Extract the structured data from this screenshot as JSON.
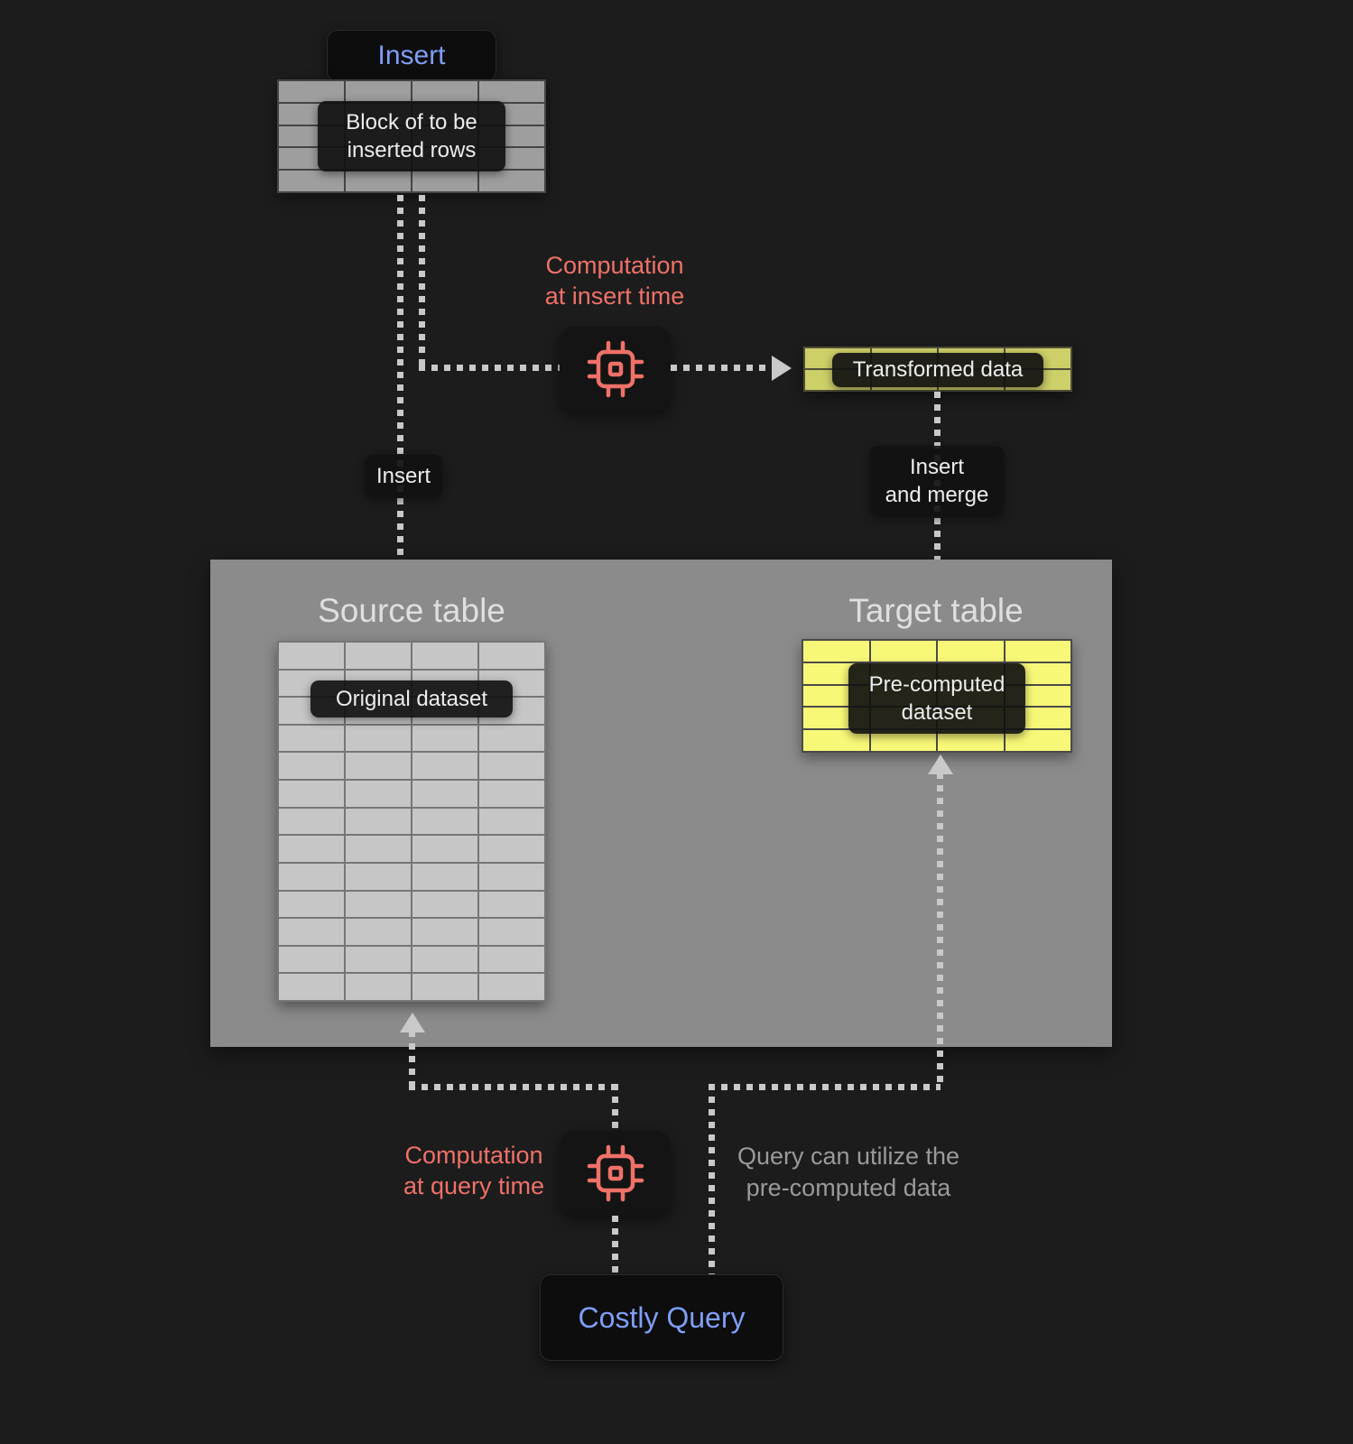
{
  "colors": {
    "background": "#1c1c1c",
    "panel_gray": "#8b8b8b",
    "accent_blue": "#7f9ff7",
    "accent_red": "#ef7168",
    "dot_gray": "#c9c9c9",
    "gray_table_fill": "#9e9e9e",
    "source_table_fill": "#c6c6c6",
    "transformed_fill": "#cdcf68",
    "target_fill": "#f8f878"
  },
  "nodes": {
    "insert_button": {
      "label": "Insert"
    },
    "insert_block": {
      "label": "Block of to be\ninserted rows",
      "rows": 5,
      "cols": 4
    },
    "computation_insert": {
      "caption": "Computation\nat insert time"
    },
    "transformed_data": {
      "label": "Transformed data",
      "rows": 2,
      "cols": 4
    },
    "edge_insert": {
      "label": "Insert"
    },
    "edge_insert_merge": {
      "label": "Insert\nand merge"
    },
    "source_table": {
      "title": "Source table",
      "label": "Original dataset",
      "rows": 13,
      "cols": 4
    },
    "target_table": {
      "title": "Target table",
      "label": "Pre-computed\ndataset",
      "rows": 5,
      "cols": 4
    },
    "computation_query": {
      "caption": "Computation\nat query time"
    },
    "query_note": {
      "text": "Query can utilize the\npre-computed data"
    },
    "costly_query": {
      "label": "Costly Query"
    }
  }
}
